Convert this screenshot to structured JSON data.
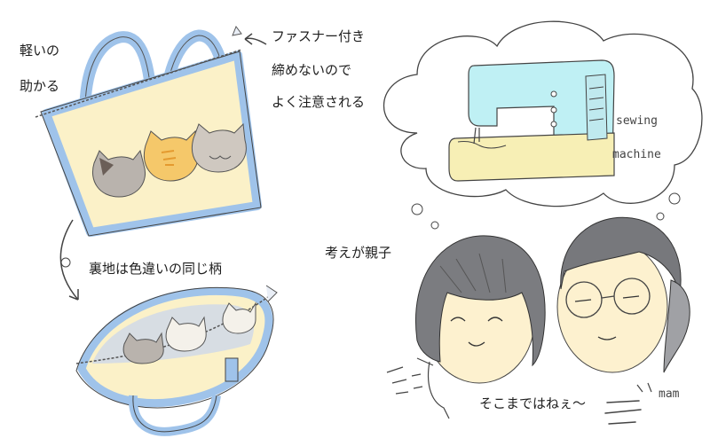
{
  "annotations": {
    "light_line1": "軽いの",
    "light_line2": "助かる",
    "zipper_line1": "ファスナー付き",
    "zipper_line2": "締めないので",
    "zipper_line3": "よく注意される",
    "lining": "裏地は色違いの同じ柄",
    "thinking": "考えが親子",
    "reply": "そこまではねぇ〜"
  },
  "handwritten": {
    "sewing": "sewing",
    "machine": "machine",
    "mam": "mam"
  },
  "colors": {
    "bag_blue": "#9fc3ea",
    "bag_fill": "#fbf1c8",
    "cat_gray": "#b9b3ad",
    "cat_orange": "#f5c86a",
    "skin": "#fdf1cf",
    "hair": "#6f7073",
    "machine_cyan": "#bff0f4",
    "machine_yellow": "#f7efb5"
  }
}
